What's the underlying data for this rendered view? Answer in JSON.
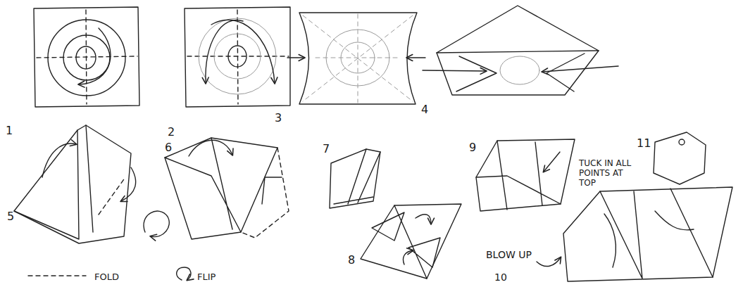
{
  "diagram": {
    "labels": [
      "1",
      "2",
      "3",
      "4",
      "5",
      "6",
      "7",
      "8",
      "9",
      "TUCK IN ALL POINTS AT TOP",
      "11",
      "BLOW UP",
      "10",
      "FOLD",
      "FLIP"
    ]
  }
}
